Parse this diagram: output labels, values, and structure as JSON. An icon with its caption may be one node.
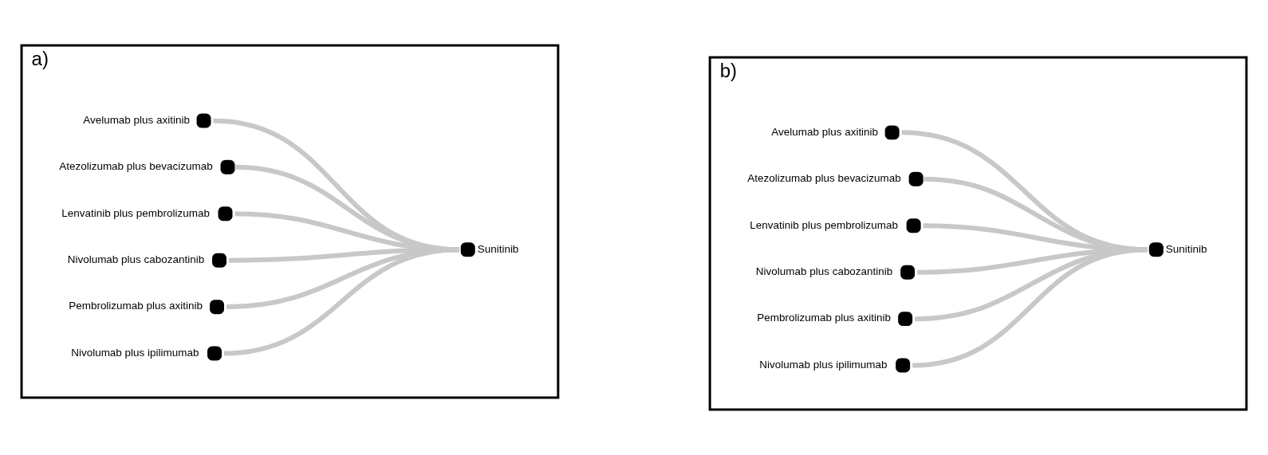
{
  "diagram": {
    "nodes": [
      {
        "text": [
          "a)"
        ]
      },
      {
        "text": [],
        "shape": "circle",
        "beside": [
          "Avelumab plus axitinib"
        ],
        "in": 0
      },
      {
        "text": [],
        "shape": "circle",
        "beside": [
          "Atezolizumab plus bevacizumab"
        ],
        "in": 0
      },
      {
        "text": [],
        "shape": "circle",
        "beside": [
          "Lenvatinib plus pembrolizumab"
        ],
        "in": 0
      },
      {
        "text": [],
        "shape": "circle",
        "beside": [
          "Sunitinib"
        ],
        "in": 0
      },
      {
        "text": [],
        "shape": "circle",
        "beside": [
          "Nivolumab plus cabozantinib"
        ],
        "in": 0
      },
      {
        "text": [],
        "shape": "circle",
        "beside": [
          "Pembrolizumab plus axitinib"
        ],
        "in": 0
      },
      {
        "text": [],
        "shape": "circle",
        "beside": [
          "Nivolumab plus ipilimumab"
        ],
        "in": 0
      },
      {
        "text": [
          "b)"
        ]
      },
      {
        "text": [],
        "shape": "circle",
        "beside": [
          "Avelumab plus axitinib"
        ],
        "in": 8
      },
      {
        "text": [],
        "shape": "circle",
        "beside": [
          "Atezolizumab plus bevacizumab"
        ],
        "in": 8
      },
      {
        "text": [],
        "shape": "circle",
        "beside": [
          "Lenvatinib plus pembrolizumab"
        ],
        "in": 8
      },
      {
        "text": [],
        "shape": "circle",
        "beside": [
          "Sunitinib"
        ],
        "in": 8
      },
      {
        "text": [],
        "shape": "circle",
        "beside": [
          "Nivolumab plus cabozantinib"
        ],
        "in": 8
      },
      {
        "text": [],
        "shape": "circle",
        "beside": [
          "Pembrolizumab plus axitinib"
        ],
        "in": 8
      },
      {
        "text": [],
        "shape": "circle",
        "beside": [
          "Nivolumab plus ipilimumab"
        ],
        "in": 8
      }
    ],
    "edges": [
      {
        "from": 1,
        "to": 4,
        "arrow": "none"
      },
      {
        "from": 2,
        "to": 4,
        "arrow": "none"
      },
      {
        "from": 3,
        "to": 4,
        "arrow": "none"
      },
      {
        "from": 5,
        "to": 4,
        "arrow": "none"
      },
      {
        "from": 6,
        "to": 4,
        "arrow": "none"
      },
      {
        "from": 7,
        "to": 4,
        "arrow": "none"
      },
      {
        "from": 9,
        "to": 12,
        "arrow": "none"
      },
      {
        "from": 10,
        "to": 12,
        "arrow": "none"
      },
      {
        "from": 11,
        "to": 12,
        "arrow": "none"
      },
      {
        "from": 13,
        "to": 12,
        "arrow": "none"
      },
      {
        "from": 14,
        "to": 12,
        "arrow": "none"
      },
      {
        "from": 15,
        "to": 12,
        "arrow": "none"
      }
    ]
  }
}
